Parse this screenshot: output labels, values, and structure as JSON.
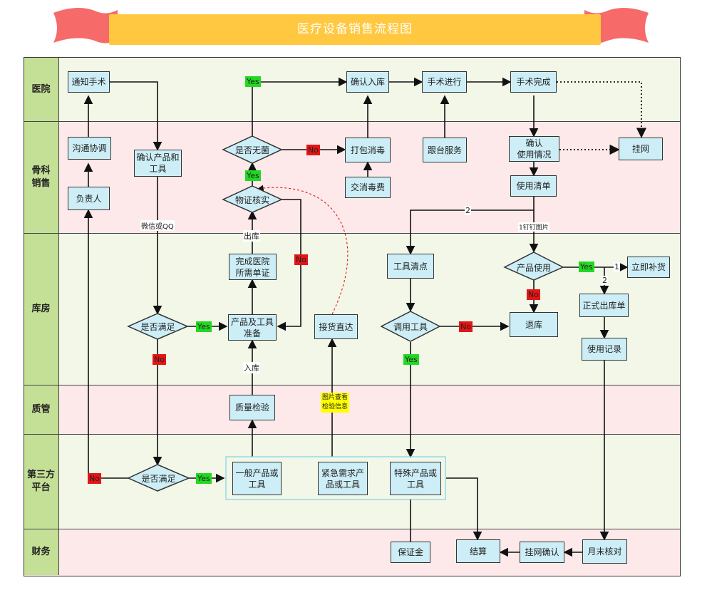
{
  "title": "医疗设备销售流程图",
  "lanes": {
    "hospital": "医院",
    "ortho_sales": "骨科\n销售",
    "warehouse": "库房",
    "quality": "质管",
    "third_party": "第三方\n平台",
    "finance": "财务"
  },
  "nodes": {
    "notify_surgery": "通知手术",
    "confirm_in": "确认入库",
    "surgery_progress": "手术进行",
    "surgery_done": "手术完成",
    "communicate": "沟通协调",
    "confirm_products": "确认产品和\n工具",
    "is_sterile": "是否无菌",
    "pack_disinfect": "打包消毒",
    "follow_service": "跟台服务",
    "confirm_usage": "确认\n使用情况",
    "hang_net": "挂网",
    "person_in_charge": "负责人",
    "verify_cert": "物证核实",
    "disinfect_fee": "交消毒费",
    "usage_list": "使用清单",
    "complete_cert": "完成医院\n所需单证",
    "is_satisfied_1": "是否满足",
    "prepare_products": "产品及工具\n准备",
    "direct_delivery": "接货直达",
    "tool_check": "工具清点",
    "transfer_tool": "调用工具",
    "product_use": "产品使用",
    "return_stock": "退库",
    "restock_now": "立即补货",
    "formal_out_order": "正式出库单",
    "usage_record": "使用记录",
    "quality_check": "质量检验",
    "is_satisfied_2": "是否满足",
    "general_products": "一般产品或\n工具",
    "urgent_products": "紧急需求产\n品或工具",
    "special_products": "特殊产品或\n工具",
    "deposit": "保证金",
    "settlement": "结算",
    "hang_net_confirm": "挂网确认",
    "month_end_check": "月末核对"
  },
  "labels": {
    "yes": "Yes",
    "no": "No",
    "wechat_qq": "微信或QQ",
    "out_stock": "出库",
    "in_stock": "入库",
    "one_nail": "1钉钉图片",
    "two": "2",
    "one": "1",
    "pic_check": "图片查看\n检验信息"
  },
  "colors": {
    "banner": "#ffc840",
    "ribbon": "#f76a6a",
    "lane_green": "#f2f7e8",
    "lane_pink": "#fde9e9",
    "label_bg": "#c4e096",
    "box_fill": "#cdeef7",
    "yes": "#22d922",
    "no": "#e41515"
  }
}
